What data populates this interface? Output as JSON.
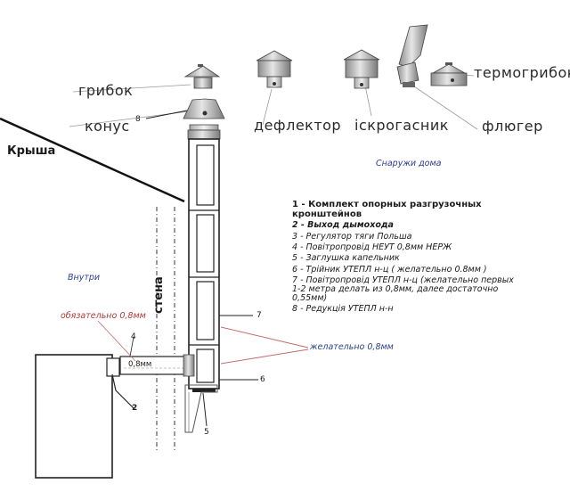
{
  "labels": {
    "gribok": "грибок",
    "konus": "конус",
    "deflektor": "дефлектор",
    "iskrogasnik": "іскрогасник",
    "fluger": "флюгер",
    "termogribok": "термогрибок",
    "roof": "Крыша",
    "outside": "Снаружи дома",
    "inside": "Внутри",
    "wall": "стена",
    "mandatory": "обязательно 0,8мм",
    "desirable": "желательно 0,8мм",
    "pipe_thickness": "0,8мм"
  },
  "markers": {
    "n8": "8",
    "n7": "7",
    "n6": "6",
    "n5": "5",
    "n4": "4",
    "n2": "2"
  },
  "legend": [
    "1 - Комплект опорных разгрузочных кронштейнов",
    "2 - Выход дымохода",
    "3 - Регулятор тяги Польша",
    "4 - Повітропровід НЕУТ 0,8мм НЕРЖ",
    "5 - Заглушка капельник",
    "6 - Трійник УТЕПЛ н-ц ( желательно 0.8мм )",
    "7 - Повітропровід УТЕПЛ н-ц (желательно первых 1-2 метра делать из 0,8мм, далее достаточно 0,55мм)",
    "8 - Редукція УТЕПЛ н-н"
  ],
  "colors": {
    "ink": "#1a1a1a",
    "annotation_red": "#b23a3a",
    "annotation_blue": "#2b3f8f",
    "metal": "#b9b9b9"
  }
}
